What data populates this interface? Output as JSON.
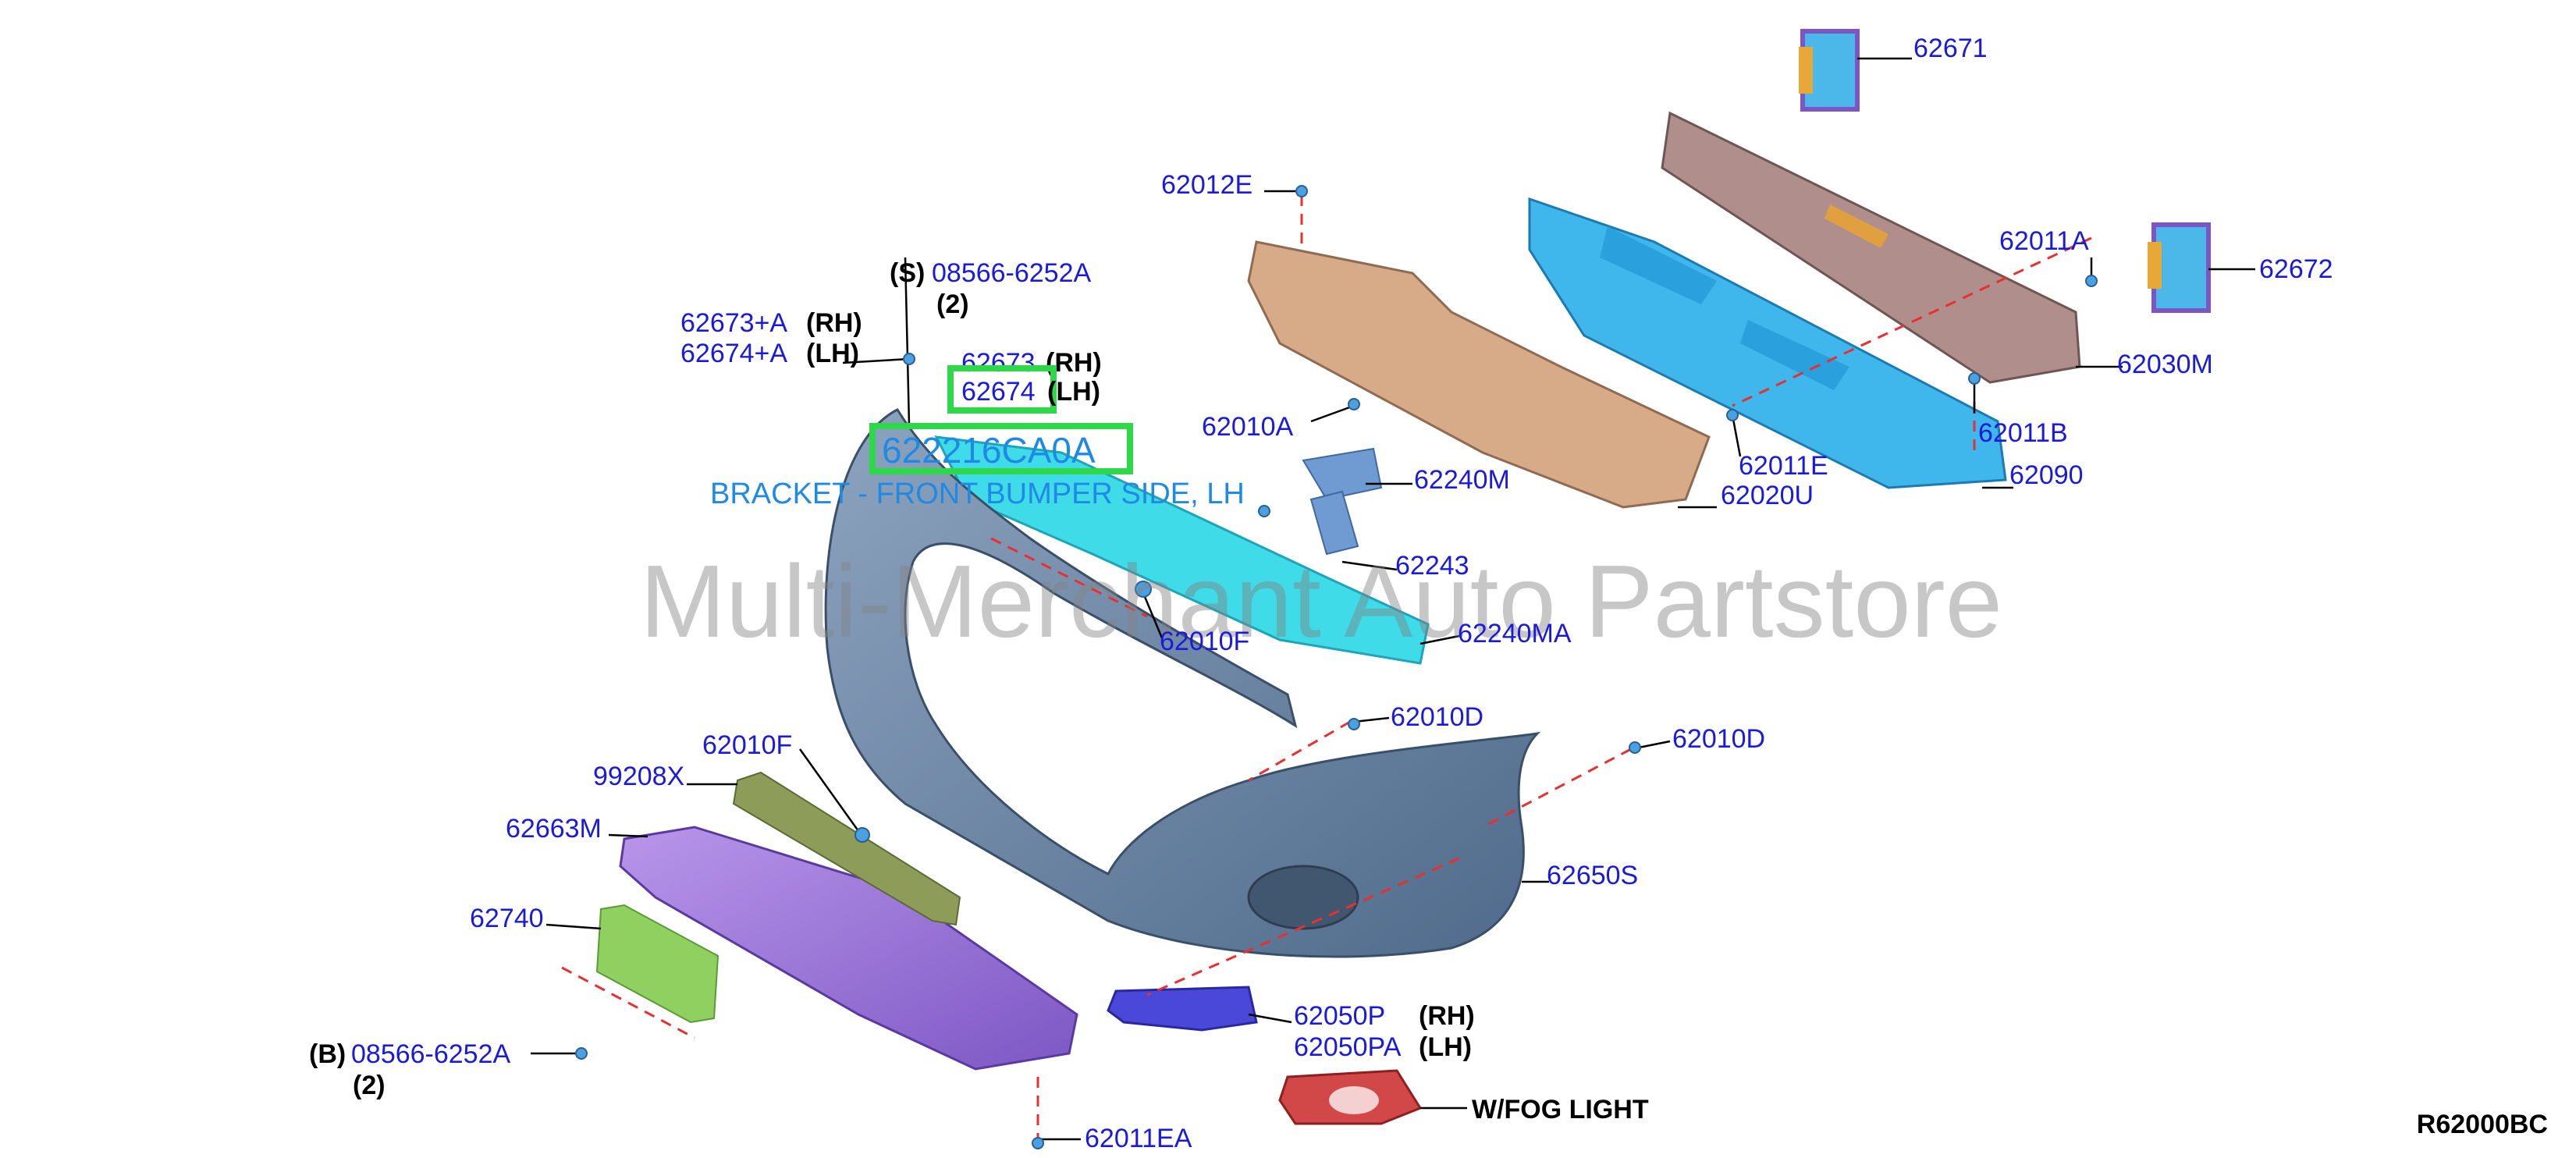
{
  "watermark": "Multi-Merchant Auto Partstore",
  "diagram_code": "R62000BC",
  "highlight": {
    "part_number": "622216CA0A",
    "description": "BRACKET - FRONT BUMPER SIDE, LH",
    "selected_callout": "62674"
  },
  "callouts": [
    {
      "id": "62671",
      "text": "62671"
    },
    {
      "id": "62672",
      "text": "62672"
    },
    {
      "id": "62012E",
      "text": "62012E"
    },
    {
      "id": "62011A",
      "text": "62011A"
    },
    {
      "id": "62030M",
      "text": "62030M"
    },
    {
      "id": "62011B",
      "text": "62011B"
    },
    {
      "id": "62090",
      "text": "62090"
    },
    {
      "id": "62011E",
      "text": "62011E"
    },
    {
      "id": "62020U",
      "text": "62020U"
    },
    {
      "id": "62010A",
      "text": "62010A"
    },
    {
      "id": "62240M",
      "text": "62240M"
    },
    {
      "id": "62243",
      "text": "62243"
    },
    {
      "id": "62240MA",
      "text": "62240MA"
    },
    {
      "id": "62010F_top",
      "text": "62010F"
    },
    {
      "id": "62010D_a",
      "text": "62010D"
    },
    {
      "id": "62010D_b",
      "text": "62010D"
    },
    {
      "id": "08566_top",
      "text": "08566-6252A"
    },
    {
      "id": "62673A",
      "text": "62673+A"
    },
    {
      "id": "62674A",
      "text": "62674+A"
    },
    {
      "id": "62673",
      "text": "62673"
    },
    {
      "id": "62674",
      "text": "62674"
    },
    {
      "id": "62010F_low",
      "text": "62010F"
    },
    {
      "id": "99208X",
      "text": "99208X"
    },
    {
      "id": "62663M",
      "text": "62663M"
    },
    {
      "id": "62740",
      "text": "62740"
    },
    {
      "id": "62650S",
      "text": "62650S"
    },
    {
      "id": "62050P",
      "text": "62050P"
    },
    {
      "id": "62050PA",
      "text": "62050PA"
    },
    {
      "id": "08566_bottom",
      "text": "08566-6252A"
    },
    {
      "id": "62011EA",
      "text": "62011EA"
    }
  ],
  "notes": {
    "s_marker": "(S)",
    "b_marker": "(B)",
    "qty_top": "(2)",
    "qty_bottom": "(2)",
    "rh_1": "(RH)",
    "lh_1": "(LH)",
    "rh_2": "(RH)",
    "lh_2": "(LH)",
    "rh_3": "(RH)",
    "lh_3": "(LH)",
    "fog": "W/FOG LIGHT"
  },
  "colors": {
    "callout_text": "#1a1adf",
    "highlight_box": "#2fd84a",
    "highlight_text": "#1e8ae6",
    "leader_dash": "#e83030",
    "bumper": "#6a86a6",
    "undercover": "#9a72d8",
    "absorber": "#3fb6ec",
    "reinforcement": "#b08e8c",
    "upper_cover": "#d7aa88",
    "bracket_cyan": "#3fdbe8",
    "plate": "#8fd060",
    "grille_frame": "#d24848"
  }
}
